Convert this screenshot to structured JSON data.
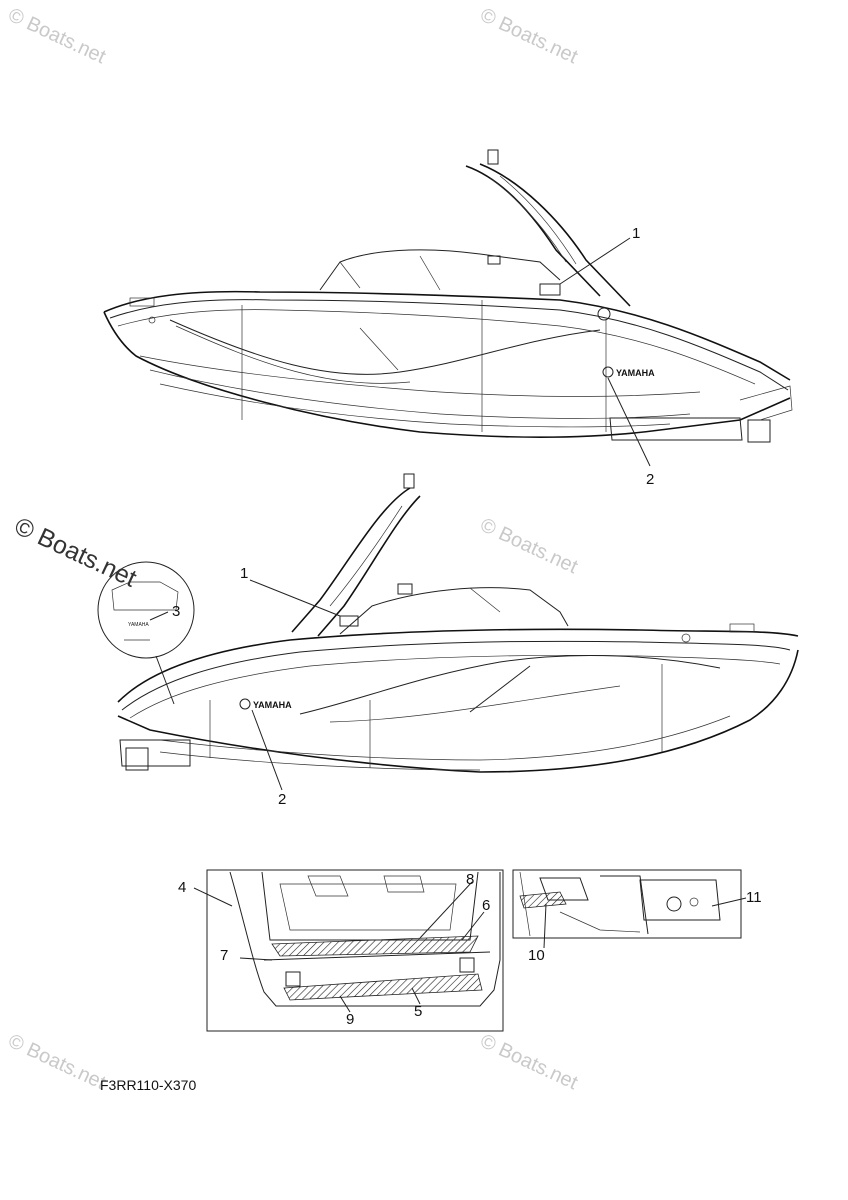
{
  "watermark": {
    "text": "© Boats.net"
  },
  "callouts": {
    "top": {
      "c1": "1",
      "c2": "2"
    },
    "middle": {
      "c1": "1",
      "c2": "2",
      "c3": "3"
    },
    "inset_left": {
      "c4": "4",
      "c5": "5",
      "c6": "6",
      "c7": "7",
      "c8": "8",
      "c9": "9"
    },
    "inset_right": {
      "c10": "10",
      "c11": "11"
    }
  },
  "boat_badge": "YAMAHA",
  "diagram_code": "F3RR110-X370"
}
